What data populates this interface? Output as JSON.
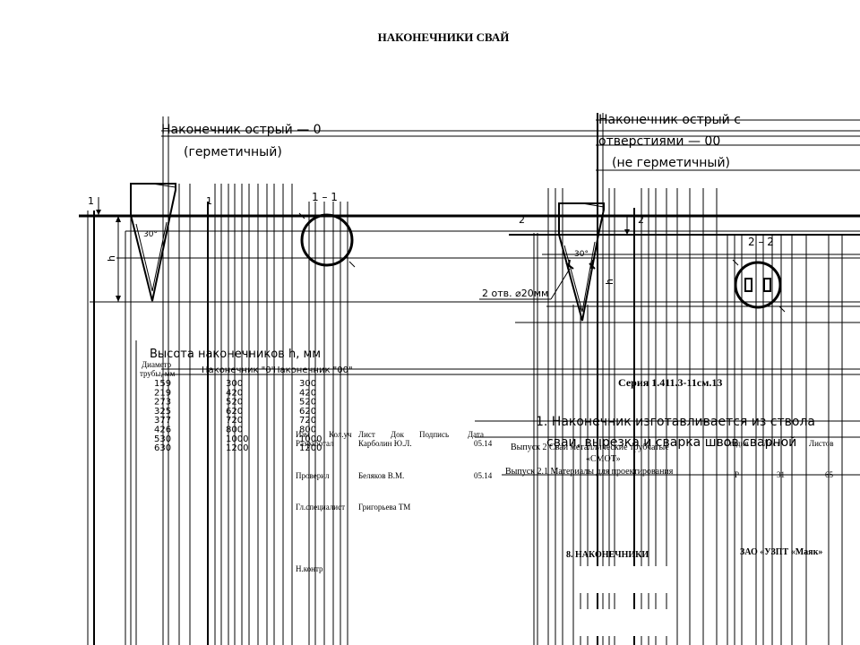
{
  "title": "НАКОНЕЧНИКИ СВАЙ",
  "left_tip": {
    "label_line1": "Наконечник острый — 0",
    "label_line2": "(герметичный)",
    "section_mark": "1",
    "section_label": "1 – 1",
    "dim_h": "h",
    "angle": "30°"
  },
  "right_tip": {
    "label_line1": "Наконечник острый с",
    "label_line2": "отверстиями — 00",
    "label_line3": "(не герметичный)",
    "section_mark": "2",
    "section_label": "2 – 2",
    "dim_h": "h",
    "angle": "30°",
    "holes_note": "2 отв. ⌀20мм"
  },
  "table": {
    "caption": "Высота наконечников h, мм",
    "col_diameter_line1": "Диаметр",
    "col_diameter_line2": "трубы, мм",
    "col_type_1": "Наконечник \"0\"",
    "col_type_2": "Наконечник \"00\"",
    "rows": [
      {
        "d": "159",
        "h1": "300",
        "h2": "300"
      },
      {
        "d": "219",
        "h1": "420",
        "h2": "420"
      },
      {
        "d": "273",
        "h1": "520",
        "h2": "520"
      },
      {
        "d": "325",
        "h1": "620",
        "h2": "620"
      },
      {
        "d": "377",
        "h1": "720",
        "h2": "720"
      },
      {
        "d": "426",
        "h1": "800",
        "h2": "800"
      },
      {
        "d": "530",
        "h1": "1000",
        "h2": "1000"
      },
      {
        "d": "630",
        "h1": "1200",
        "h2": "1200"
      }
    ]
  },
  "note": {
    "line1": "1. Наконечник изготавливается из ствола",
    "line2": "сваи, вырезка и сварка швов сварной"
  },
  "stamp": {
    "series": "Серия 1.411.3-11см.13",
    "issue1_line1": "Выпуск 2 Сваи металлические трубчатые",
    "issue1_line2": "«СМОТ»",
    "issue2": "Выпуск 2.1 Материалы для проектирования",
    "h_izm": "Изм",
    "h_kol": "Кол.уч",
    "h_list": "Лист",
    "h_dok": "Док",
    "h_podpis": "Подпись",
    "h_data": "Дата",
    "role1": "Разработал",
    "name1": "Карболин Ю.Л.",
    "date1": "05.14",
    "role2": "Проверил",
    "name2": "Беляков В.М.",
    "date2": "05.14",
    "role3": "Гл.специалист",
    "name3": "Григорьева ТМ",
    "role4": "Н.контр",
    "h_stadia": "Стадия",
    "h_sheet": "Лист",
    "h_sheets": "Листов",
    "stadia": "Р",
    "sheet": "31",
    "sheets": "65",
    "sheet_title": "8. НАКОНЕЧНИКИ",
    "company": "ЗАО «УЗПТ «Маяк»"
  }
}
